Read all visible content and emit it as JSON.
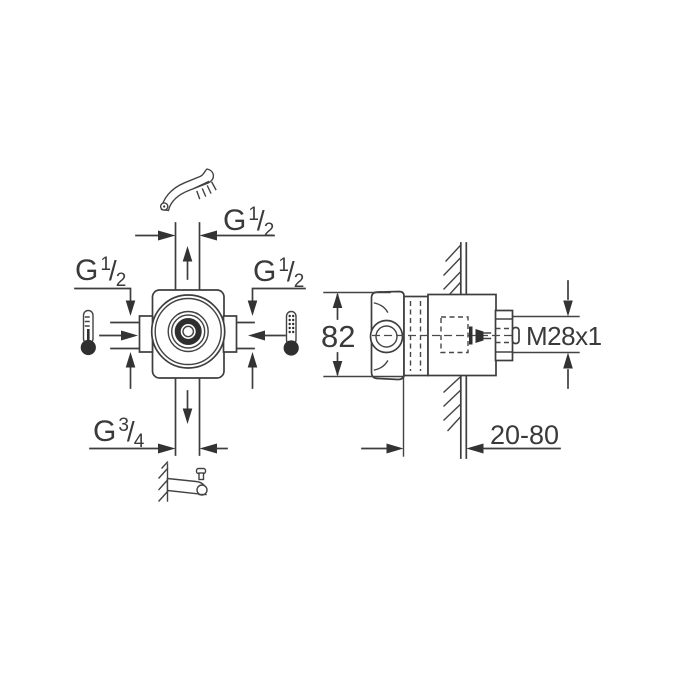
{
  "drawing_type": "concealed-mixer-valve-installation-diagram",
  "colors": {
    "background": "#ffffff",
    "line": "#3e3e3e",
    "dark_fill": "#2f2f2f"
  },
  "front_view": {
    "top_connection_label": {
      "prefix": "G",
      "numerator": "1",
      "slash": "/",
      "denominator": "2"
    },
    "left_connection_label": {
      "prefix": "G",
      "numerator": "1",
      "slash": "/",
      "denominator": "2"
    },
    "right_connection_label": {
      "prefix": "G",
      "numerator": "1",
      "slash": "/",
      "denominator": "2"
    },
    "bottom_connection_label": {
      "prefix": "G",
      "numerator": "3",
      "slash": "/",
      "denominator": "4"
    },
    "icons": {
      "top": "hand-shower-icon",
      "left": "hot-thermometer-icon",
      "right": "cold-thermometer-icon",
      "bottom": "tub-spout-icon"
    }
  },
  "side_view": {
    "body_height": "82",
    "thread_size": "M28x1",
    "installation_depth_range": "20-80"
  }
}
